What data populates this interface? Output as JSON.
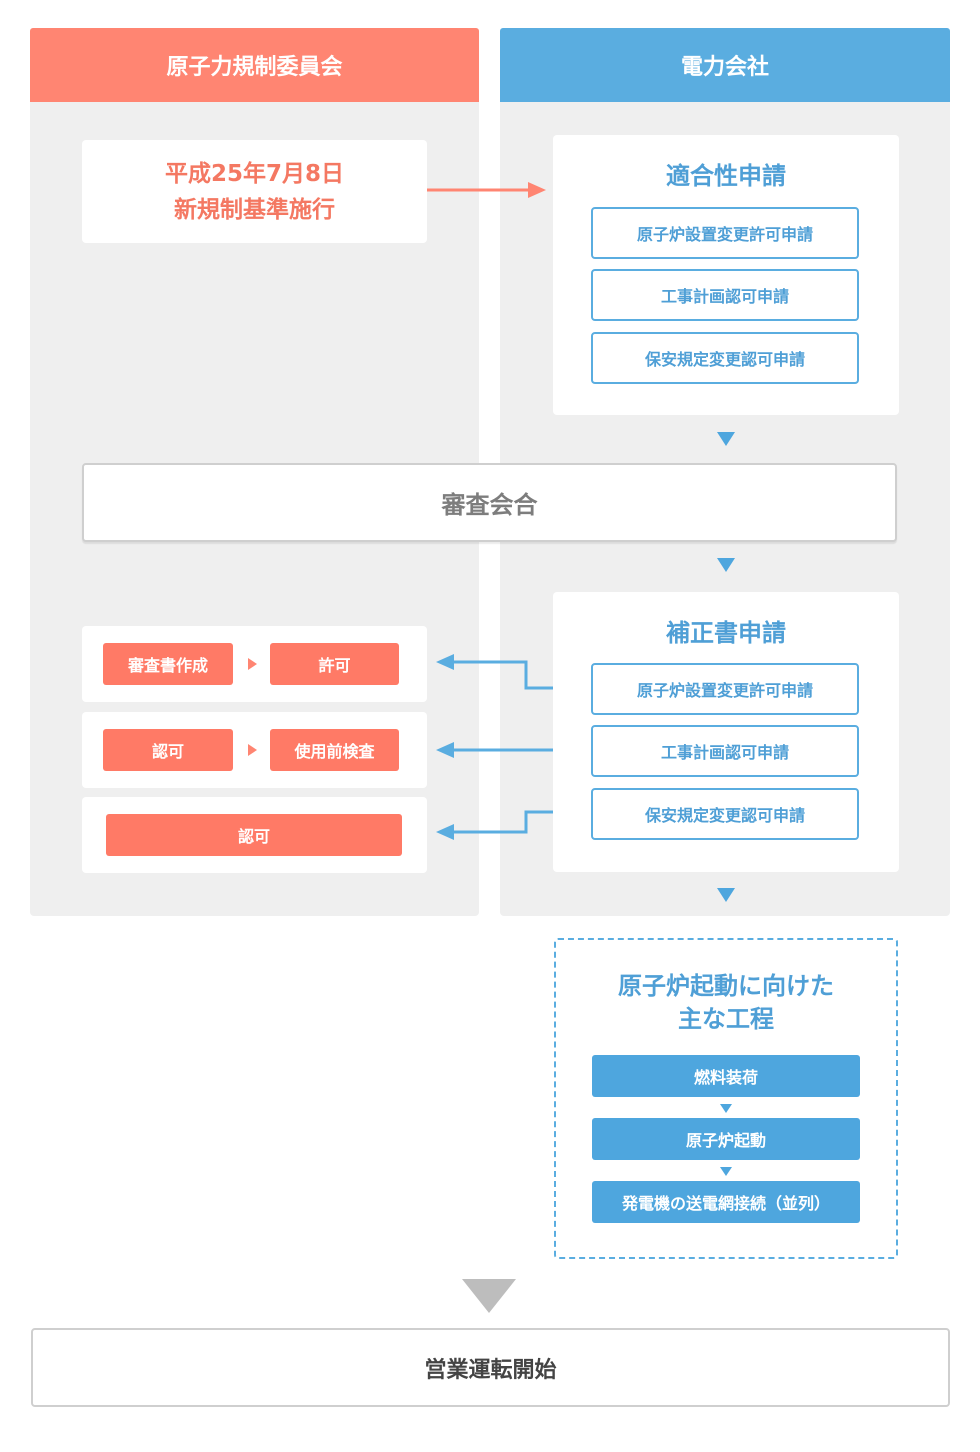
{
  "regulator": {
    "title": "原子力規制委員会",
    "event_line1": "平成25年7月8日",
    "event_line2": "新規制基準施行"
  },
  "utility": {
    "title": "電力会社",
    "application": {
      "title": "適合性申請",
      "items": [
        "原子炉設置変更許可申請",
        "工事計画認可申請",
        "保安規定変更認可申請"
      ]
    },
    "amendment": {
      "title": "補正書申請",
      "items": [
        "原子炉設置変更許可申請",
        "工事計画認可申請",
        "保安規定変更認可申請"
      ]
    }
  },
  "review_meeting": "審査会合",
  "regulator_steps": {
    "row1": [
      "審査書作成",
      "許可"
    ],
    "row2": [
      "認可",
      "使用前検査"
    ],
    "row3": [
      "認可"
    ]
  },
  "startup": {
    "title_line1": "原子炉起動に向けた",
    "title_line2": "主な工程",
    "steps": [
      "燃料装荷",
      "原子炉起動",
      "発電機の送電網接続（並列）"
    ]
  },
  "final": "営業運転開始",
  "colors": {
    "red": "#ff8572",
    "blue": "#5aade0",
    "gray_bg": "#efefef"
  }
}
